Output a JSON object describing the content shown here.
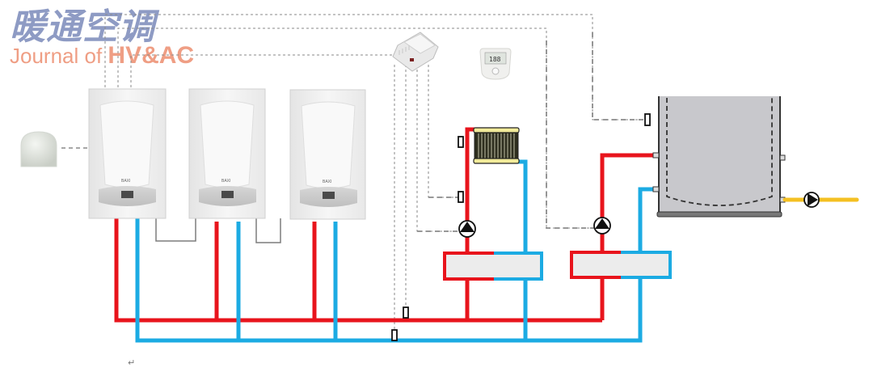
{
  "watermark": {
    "chinese_title": "暖通空调",
    "english_prefix": "Journal of ",
    "english_bold": "HV&AC"
  },
  "colors": {
    "supply_pipe": "#e8141c",
    "return_pipe": "#1cabe3",
    "dhw_pipe": "#f4c022",
    "control_line": "#808080",
    "tank_fill": "#c8c8cc",
    "exchanger_fill": "#ececec",
    "boiler_body": "#f2f2f2",
    "radiator_fin": "#2e2e1e",
    "radiator_header": "#f2eb9a"
  },
  "components": {
    "outdoor_sensor": {
      "label": "outdoor-temperature-sensor"
    },
    "boilers": [
      {
        "id": "boiler-1",
        "brand_label": "BAXI"
      },
      {
        "id": "boiler-2",
        "brand_label": "BAXI"
      },
      {
        "id": "boiler-3",
        "brand_label": "BAXI"
      }
    ],
    "cascade_controller": {
      "label": "cascade-controller"
    },
    "room_thermostat": {
      "display": "188"
    },
    "radiator_circuit": {
      "pump_direction": "up"
    },
    "tank_circuit": {
      "pump_direction": "up"
    },
    "dhw_pump": {
      "direction": "right"
    }
  },
  "document": {
    "paragraph_mark": "↵"
  }
}
